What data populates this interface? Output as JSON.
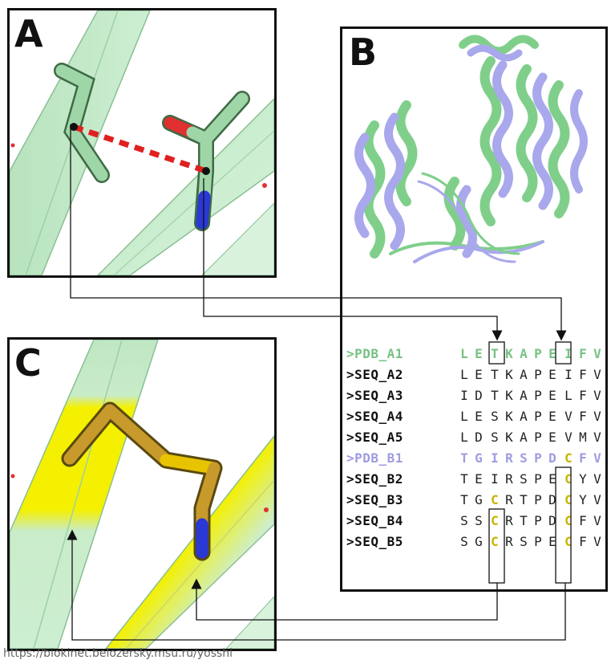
{
  "panels": {
    "a": {
      "letter": "A"
    },
    "b": {
      "letter": "B"
    },
    "c": {
      "letter": "C"
    }
  },
  "alignment": {
    "rows": [
      {
        "name": ">PDB_A1",
        "kind": "pdb-a",
        "residues": [
          "L",
          "E",
          "T",
          "K",
          "A",
          "P",
          "E",
          "I",
          "F",
          "V"
        ]
      },
      {
        "name": ">SEQ_A2",
        "kind": "seq",
        "residues": [
          "L",
          "E",
          "T",
          "K",
          "A",
          "P",
          "E",
          "I",
          "F",
          "V"
        ]
      },
      {
        "name": ">SEQ_A3",
        "kind": "seq",
        "residues": [
          "I",
          "D",
          "T",
          "K",
          "A",
          "P",
          "E",
          "L",
          "F",
          "V"
        ]
      },
      {
        "name": ">SEQ_A4",
        "kind": "seq",
        "residues": [
          "L",
          "E",
          "S",
          "K",
          "A",
          "P",
          "E",
          "V",
          "F",
          "V"
        ]
      },
      {
        "name": ">SEQ_A5",
        "kind": "seq",
        "residues": [
          "L",
          "D",
          "S",
          "K",
          "A",
          "P",
          "E",
          "V",
          "M",
          "V"
        ]
      },
      {
        "name": ">PDB_B1",
        "kind": "pdb-b",
        "residues": [
          "T",
          "G",
          "I",
          "R",
          "S",
          "P",
          "D",
          "C",
          "F",
          "V"
        ]
      },
      {
        "name": ">SEQ_B2",
        "kind": "seq",
        "residues": [
          "T",
          "E",
          "I",
          "R",
          "S",
          "P",
          "E",
          "C",
          "Y",
          "V"
        ]
      },
      {
        "name": ">SEQ_B3",
        "kind": "seq",
        "residues": [
          "T",
          "G",
          "C",
          "R",
          "T",
          "P",
          "D",
          "C",
          "Y",
          "V"
        ]
      },
      {
        "name": ">SEQ_B4",
        "kind": "seq",
        "residues": [
          "S",
          "S",
          "C",
          "R",
          "T",
          "P",
          "D",
          "C",
          "F",
          "V"
        ]
      },
      {
        "name": ">SEQ_B5",
        "kind": "seq",
        "residues": [
          "S",
          "G",
          "C",
          "R",
          "S",
          "P",
          "E",
          "C",
          "F",
          "V"
        ]
      }
    ]
  },
  "footer": {
    "url": "https://biokinet.belozersky.msu.ru/yosshi"
  },
  "colors": {
    "green": "#77c283",
    "lilac": "#9e9ce0",
    "yellow": "#f2e400",
    "cys": "#c8b400",
    "red_bond": "#e02020"
  }
}
